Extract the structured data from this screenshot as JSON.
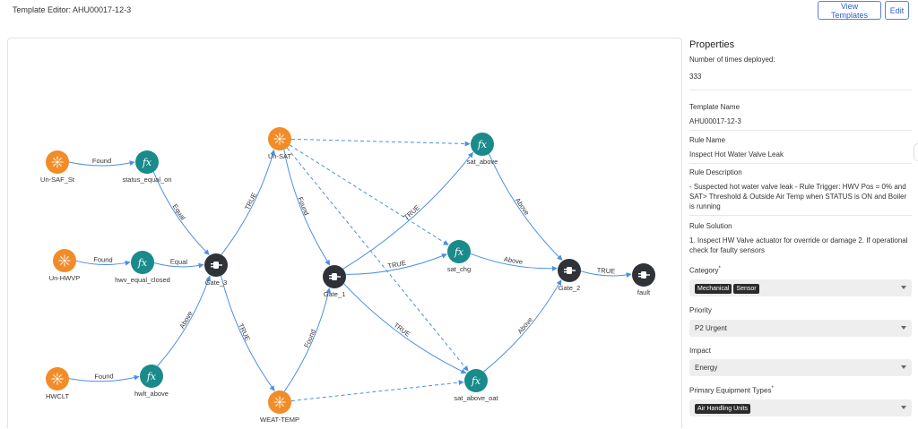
{
  "header": {
    "title": "Template Editor: AHU00017-12-3",
    "view_templates_label": "View Templates",
    "edit_label": "Edit"
  },
  "graph": {
    "nodes": [
      {
        "id": "un-saf-st",
        "type": "sensor",
        "label": "Un-SAF_St"
      },
      {
        "id": "un-hwvp",
        "type": "sensor",
        "label": "Un-HWVP"
      },
      {
        "id": "hwclt",
        "type": "sensor",
        "label": "HWCLT"
      },
      {
        "id": "un-sat",
        "type": "sensor",
        "label": "Un-SAT"
      },
      {
        "id": "weat-temp",
        "type": "sensor",
        "label": "WEAT-TEMP"
      },
      {
        "id": "status-equal-on",
        "type": "function",
        "label": "status_equal_on"
      },
      {
        "id": "hwv-equal-closed",
        "type": "function",
        "label": "hwv_equal_closed"
      },
      {
        "id": "hwlt-above",
        "type": "function",
        "label": "hwlt_above"
      },
      {
        "id": "sat-above",
        "type": "function",
        "label": "sat_above"
      },
      {
        "id": "sat-chg",
        "type": "function",
        "label": "sat_chg"
      },
      {
        "id": "sat-above-oat",
        "type": "function",
        "label": "sat_above_oat"
      },
      {
        "id": "gate-3",
        "type": "gate",
        "label": "Gate_3"
      },
      {
        "id": "gate-1",
        "type": "gate",
        "label": "Gate_1"
      },
      {
        "id": "gate-2",
        "type": "gate",
        "label": "Gate_2"
      },
      {
        "id": "fault",
        "type": "gate",
        "label": "fault"
      }
    ],
    "edges": [
      {
        "id": "e1",
        "from": "un-saf-st",
        "to": "status-equal-on",
        "label": "Found",
        "dashed": false
      },
      {
        "id": "e2",
        "from": "un-hwvp",
        "to": "hwv-equal-closed",
        "label": "Found",
        "dashed": false
      },
      {
        "id": "e3",
        "from": "hwclt",
        "to": "hwlt-above",
        "label": "Found",
        "dashed": false
      },
      {
        "id": "e4",
        "from": "status-equal-on",
        "to": "gate-3",
        "label": "Equal",
        "dashed": false
      },
      {
        "id": "e5",
        "from": "hwv-equal-closed",
        "to": "gate-3",
        "label": "Equal",
        "dashed": false
      },
      {
        "id": "e6",
        "from": "hwlt-above",
        "to": "gate-3",
        "label": "Above",
        "dashed": false
      },
      {
        "id": "e7",
        "from": "gate-3",
        "to": "un-sat",
        "label": "TRUE",
        "dashed": false
      },
      {
        "id": "e8",
        "from": "gate-3",
        "to": "weat-temp",
        "label": "TRUE",
        "dashed": false
      },
      {
        "id": "e9",
        "from": "un-sat",
        "to": "gate-1",
        "label": "Found",
        "dashed": false
      },
      {
        "id": "e10",
        "from": "weat-temp",
        "to": "gate-1",
        "label": "Found",
        "dashed": false
      },
      {
        "id": "e11",
        "from": "un-sat",
        "to": "sat-above",
        "label": "",
        "dashed": true
      },
      {
        "id": "e12",
        "from": "un-sat",
        "to": "sat-chg",
        "label": "",
        "dashed": true
      },
      {
        "id": "e13",
        "from": "un-sat",
        "to": "sat-above-oat",
        "label": "",
        "dashed": true
      },
      {
        "id": "e14",
        "from": "weat-temp",
        "to": "sat-above-oat",
        "label": "",
        "dashed": true
      },
      {
        "id": "e15",
        "from": "gate-1",
        "to": "sat-above",
        "label": "TRUE",
        "dashed": false
      },
      {
        "id": "e16",
        "from": "gate-1",
        "to": "sat-chg",
        "label": "TRUE",
        "dashed": false
      },
      {
        "id": "e17",
        "from": "gate-1",
        "to": "sat-above-oat",
        "label": "TRUE",
        "dashed": false
      },
      {
        "id": "e18",
        "from": "sat-above",
        "to": "gate-2",
        "label": "Above",
        "dashed": false
      },
      {
        "id": "e19",
        "from": "sat-chg",
        "to": "gate-2",
        "label": "Above",
        "dashed": false
      },
      {
        "id": "e20",
        "from": "sat-above-oat",
        "to": "gate-2",
        "label": "Above",
        "dashed": false
      },
      {
        "id": "e21",
        "from": "gate-2",
        "to": "fault",
        "label": "TRUE",
        "dashed": false
      }
    ],
    "fx_symbol": "fx",
    "colors": {
      "sensor": "#f28c28",
      "function": "#1a8a8a",
      "gate": "#2f3338",
      "edge": "#4a8fe7"
    }
  },
  "properties": {
    "title": "Properties",
    "deployed_label": "Number of times deployed:",
    "deployed_value": "333",
    "template_name_label": "Template Name",
    "template_name_value": "AHU00017-12-3",
    "rule_name_label": "Rule Name",
    "rule_name_value": "Inspect Hot Water Valve Leak",
    "rule_description_label": "Rule Description",
    "rule_description_value": "- Suspected hot water valve leak - Rule Trigger: HWV Pos = 0% and SAT> Threshold & Outside Air Temp when STATUS is ON and Boiler is running",
    "rule_solution_label": "Rule Solution",
    "rule_solution_value": "1. Inspect HW Valve actuator for override or damage 2. If operational check for faulty sensors",
    "category_label": "Category",
    "category_tags": [
      "Mechanical",
      "Sensor"
    ],
    "priority_label": "Priority",
    "priority_value": "P2 Urgent",
    "impact_label": "Impact",
    "impact_value": "Energy",
    "primary_equipment_label": "Primary Equipment Types",
    "primary_equipment_tags": [
      "Air Handling Units"
    ],
    "required_mark": "*"
  }
}
